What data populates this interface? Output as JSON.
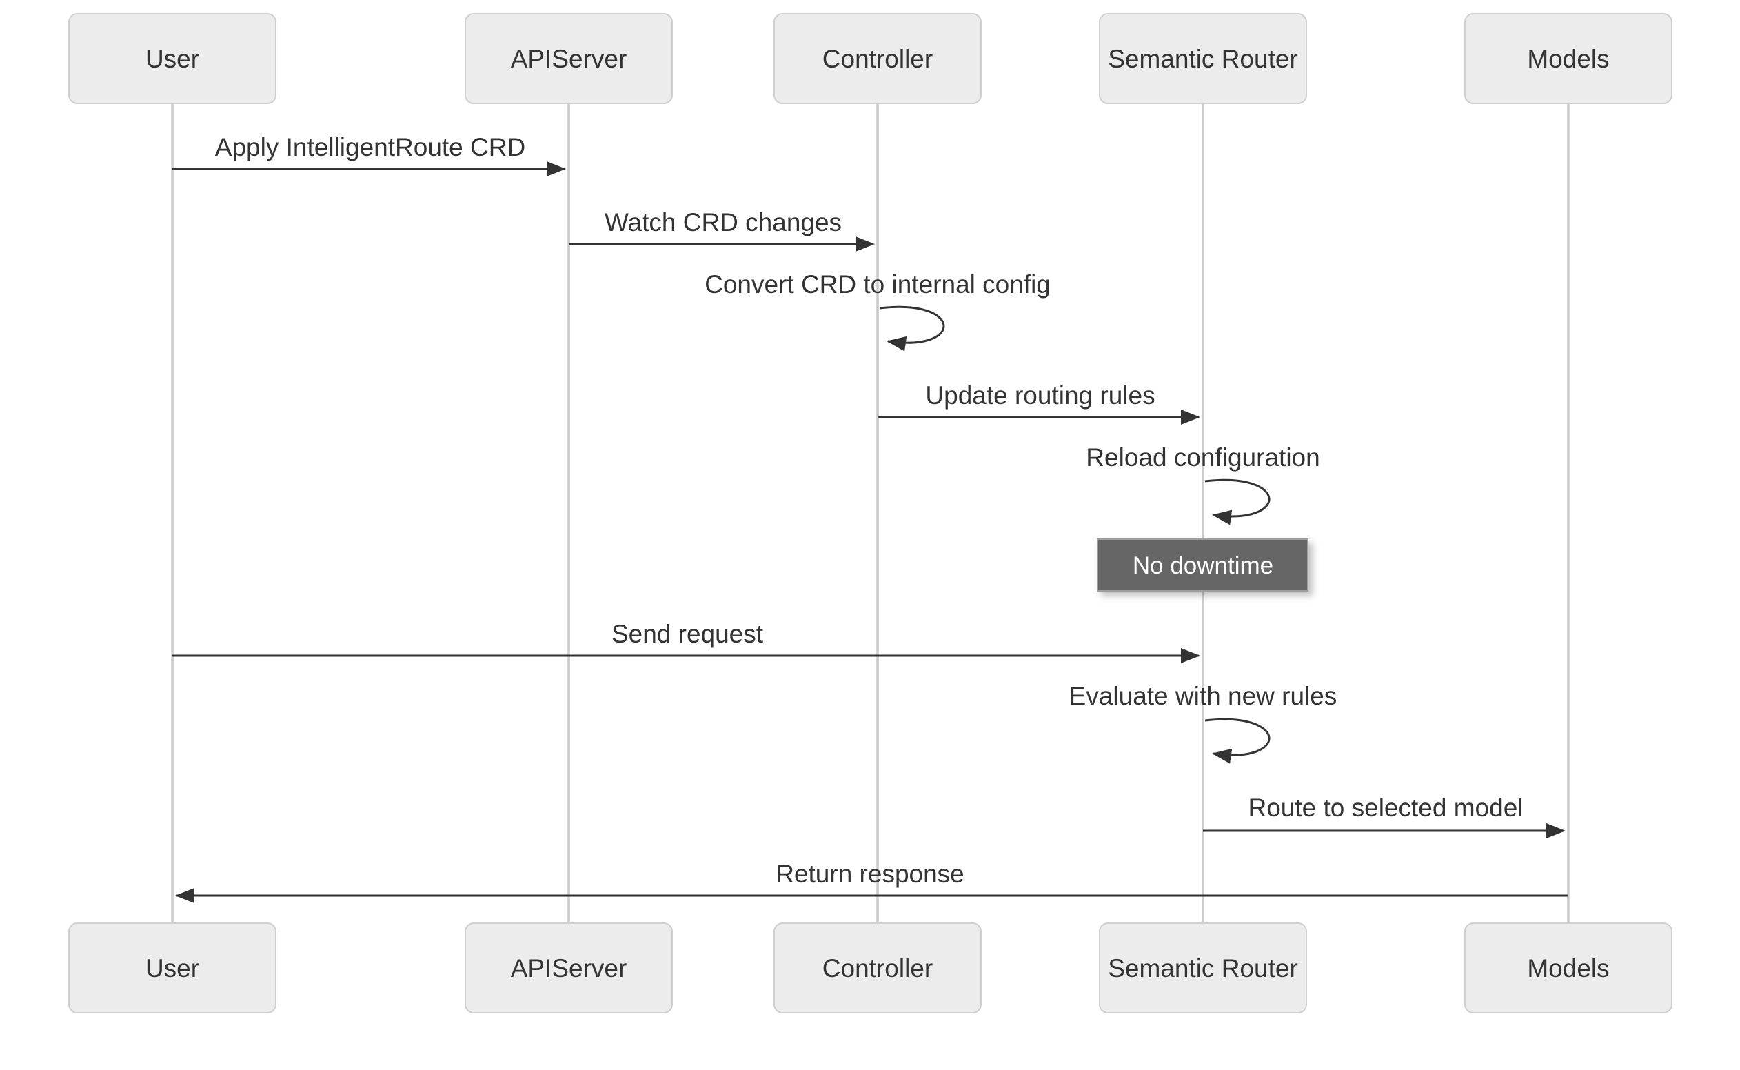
{
  "diagram": {
    "type": "sequence-diagram",
    "actors": [
      {
        "id": "user",
        "label": "User"
      },
      {
        "id": "apiserver",
        "label": "APIServer"
      },
      {
        "id": "controller",
        "label": "Controller"
      },
      {
        "id": "semantic-router",
        "label": "Semantic Router"
      },
      {
        "id": "models",
        "label": "Models"
      }
    ],
    "messages": [
      {
        "from": "User",
        "to": "APIServer",
        "label": "Apply IntelligentRoute CRD",
        "kind": "arrow"
      },
      {
        "from": "APIServer",
        "to": "Controller",
        "label": "Watch CRD changes",
        "kind": "arrow"
      },
      {
        "from": "Controller",
        "to": "Controller",
        "label": "Convert CRD to internal config",
        "kind": "self"
      },
      {
        "from": "Controller",
        "to": "Semantic Router",
        "label": "Update routing rules",
        "kind": "arrow"
      },
      {
        "from": "Semantic Router",
        "to": "Semantic Router",
        "label": "Reload configuration",
        "kind": "self"
      },
      {
        "from": "User",
        "to": "Semantic Router",
        "label": "Send request",
        "kind": "arrow"
      },
      {
        "from": "Semantic Router",
        "to": "Semantic Router",
        "label": "Evaluate with new rules",
        "kind": "self"
      },
      {
        "from": "Semantic Router",
        "to": "Models",
        "label": "Route to selected model",
        "kind": "arrow"
      },
      {
        "from": "Models",
        "to": "User",
        "label": "Return response",
        "kind": "arrow"
      }
    ],
    "notes": [
      {
        "over": "Semantic Router",
        "label": "No downtime"
      }
    ],
    "colors": {
      "background": "#ffffff",
      "actor_fill": "#ececec",
      "actor_border": "#cfcfcf",
      "actor_text": "#333333",
      "lifeline": "#cccccc",
      "arrow": "#333333",
      "message_text": "#333333",
      "note_fill": "#666666",
      "note_border": "#9e9e9e",
      "note_text": "#ffffff"
    }
  }
}
